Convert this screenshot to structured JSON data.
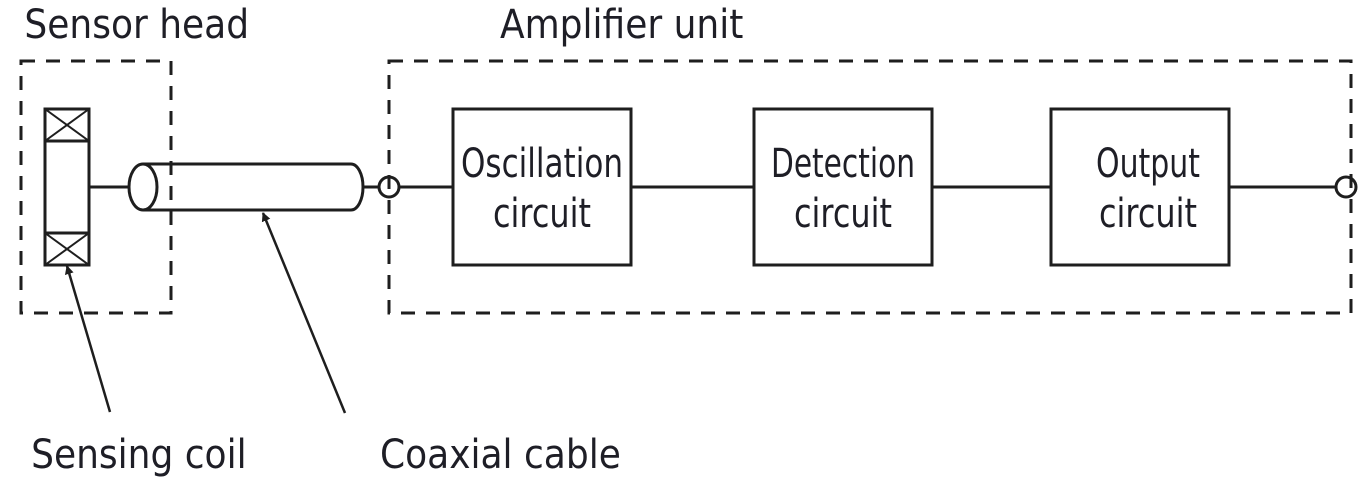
{
  "labels": {
    "sensor_head": "Sensor head",
    "amplifier_unit": "Amplifier unit",
    "sensing_coil": "Sensing coil",
    "coaxial_cable": "Coaxial cable"
  },
  "blocks": {
    "oscillation": [
      "Oscillation",
      "circuit"
    ],
    "detection": [
      "Detection",
      "circuit"
    ],
    "output": [
      "Output",
      "circuit"
    ]
  },
  "colors": {
    "line": "#1e1e1e",
    "text": "#1e1e26",
    "background": "#ffffff"
  }
}
